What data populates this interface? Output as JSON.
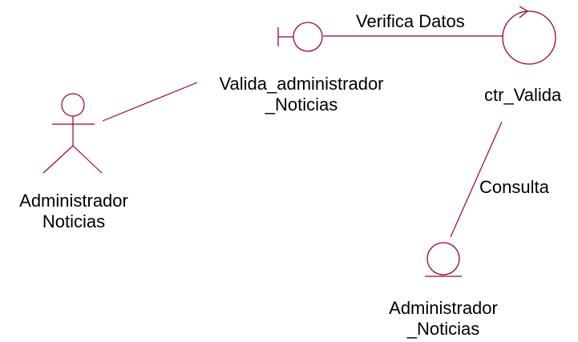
{
  "colors": {
    "element_stroke": "#a0002c",
    "connector_stroke": "#a0002c",
    "text": "#000000",
    "background": "#ffffff"
  },
  "nodes": {
    "actor": {
      "type": "actor-icon",
      "label_line1": "Administrador",
      "label_line2": "Noticias"
    },
    "boundary": {
      "type": "boundary-icon",
      "label_line1": "Valida_administrador",
      "label_line2": "_Noticias"
    },
    "control": {
      "type": "control-icon",
      "label": "ctr_Valida"
    },
    "entity": {
      "type": "entity-icon",
      "label_line1": "Administrador",
      "label_line2": "_Noticias"
    }
  },
  "connections": [
    {
      "from": "actor",
      "to": "boundary",
      "label": ""
    },
    {
      "from": "boundary",
      "to": "control",
      "label": "Verifica Datos"
    },
    {
      "from": "control",
      "to": "entity",
      "label": "Consulta"
    }
  ]
}
